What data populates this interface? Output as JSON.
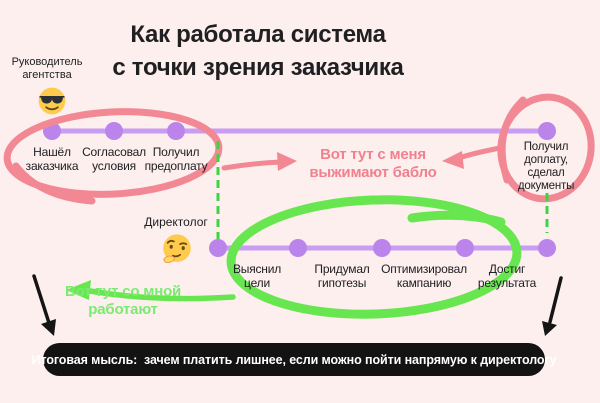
{
  "title": {
    "line1": "Как работала система",
    "line2": "с точки зрения заказчика"
  },
  "actors": {
    "agency_head": {
      "label_line1": "Руководитель",
      "label_line2": "агентства",
      "emoji_icon": "sunglasses-face"
    },
    "direct_specialist": {
      "label": "Директолог",
      "emoji_icon": "thinking-face"
    }
  },
  "timeline_customer": {
    "milestones": [
      {
        "lines": [
          "Нашёл",
          "заказчика"
        ]
      },
      {
        "lines": [
          "Согласовал",
          "условия"
        ]
      },
      {
        "lines": [
          "Получил",
          "предоплату"
        ]
      },
      {
        "lines": [
          "Получил",
          "доплату,",
          "сделал",
          "документы"
        ]
      }
    ]
  },
  "timeline_specialist": {
    "milestones": [
      {
        "lines": [
          "Выяснил",
          "цели"
        ]
      },
      {
        "lines": [
          "Придумал",
          "гипотезы"
        ]
      },
      {
        "lines": [
          "Оптимизировал",
          "кампанию"
        ]
      },
      {
        "lines": [
          "Достиг",
          "результата"
        ]
      }
    ]
  },
  "annotations": {
    "pink_note": {
      "line1": "Вот тут с меня",
      "line2": "выжимают бабло"
    },
    "green_note": {
      "line1": "Вот тут со мной",
      "line2": "работают"
    }
  },
  "footer": {
    "text": "Итоговая мысль:  зачем платить лишнее, если можно пойти напрямую к директологу"
  },
  "colors": {
    "background": "#FCEFEE",
    "purple_line": "#C89DF3",
    "purple_dot": "#BB84EB",
    "pink": "#F28893",
    "pink_text": "#F2808D",
    "green": "#67E64F",
    "green_text": "#7BEA70",
    "green_dashed": "#3FD343",
    "footer_bg": "#131313",
    "footer_text": "#FFFFFF",
    "text_dark": "#202023"
  }
}
